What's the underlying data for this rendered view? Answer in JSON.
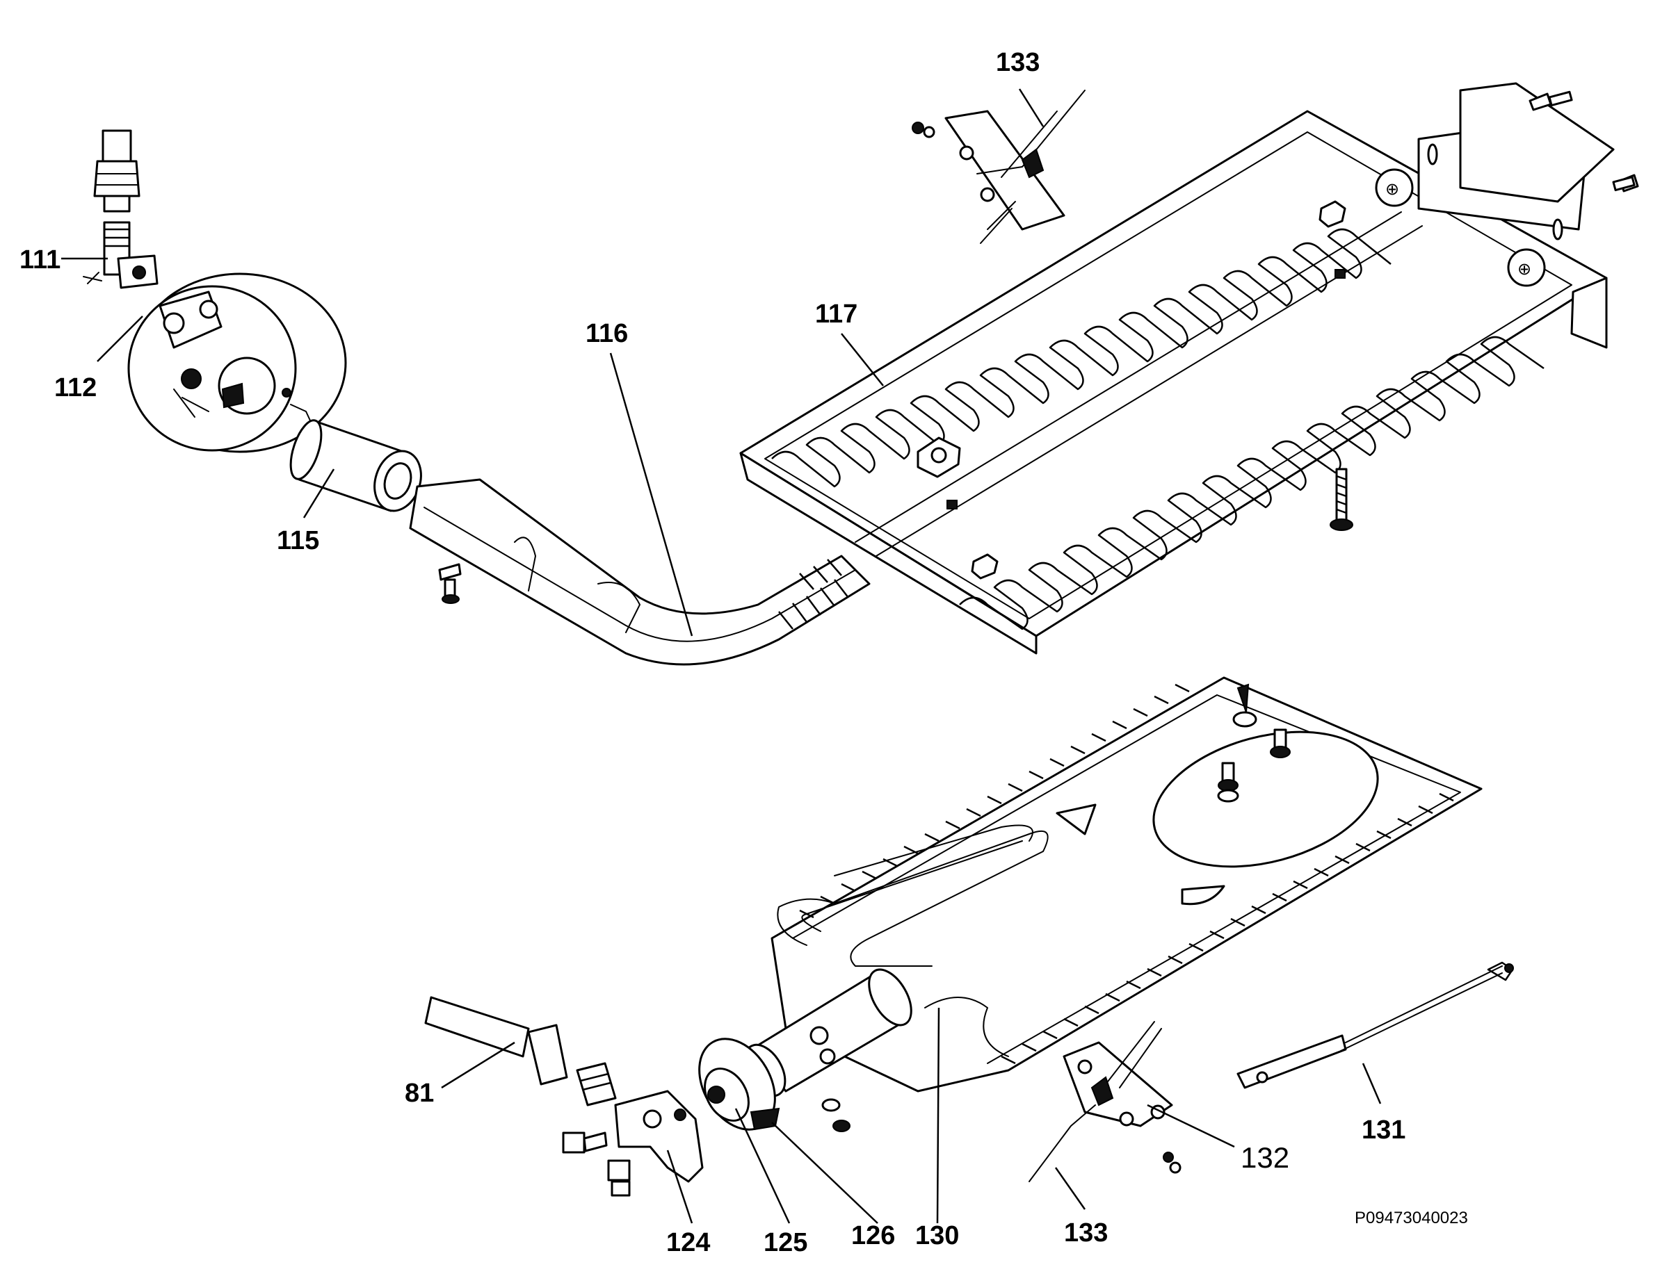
{
  "diagram": {
    "labels": {
      "p111": "111",
      "p112": "112",
      "p115": "115",
      "p116": "116",
      "p117": "117",
      "p133_top": "133",
      "p81": "81",
      "p124": "124",
      "p125": "125",
      "p126": "126",
      "p130": "130",
      "p131": "131",
      "p132": "132",
      "p133_bottom": "133"
    },
    "drawing_code": "P09473040023"
  }
}
